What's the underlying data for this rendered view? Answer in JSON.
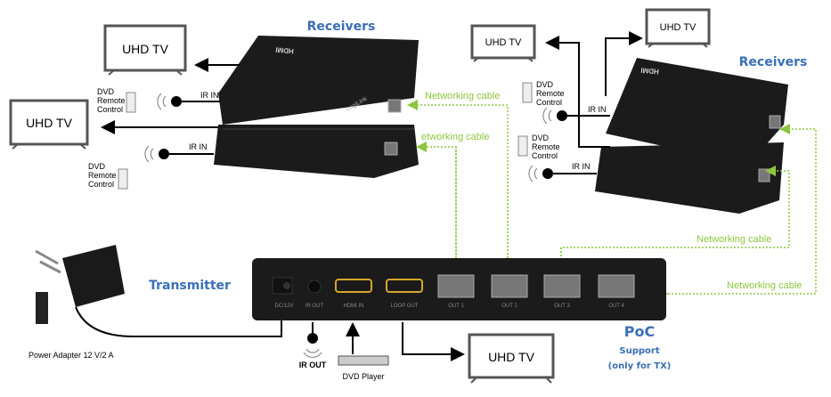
{
  "labels": {
    "receivers_left": "Receivers",
    "receivers_right": "Receivers",
    "transmitter": "Transmitter",
    "tv": "UHD TV",
    "ir_in": "IR IN",
    "ir_out": "IR OUT",
    "dvd_remote": [
      "DVD",
      "Remote",
      "Control"
    ],
    "dvd_player": "DVD Player",
    "power_adapter": "Power Adapter 12 V/2 A",
    "networking_cable": "Networking cable",
    "networking_cable_cut": "etworking cable",
    "poc": "PoC",
    "poc_support": "Support",
    "poc_note": "(only for TX)"
  },
  "transmitter_ports": [
    "DC/12V",
    "IR OUT",
    "HDMI IN",
    "LOOP OUT",
    "OUT 1",
    "OUT 2",
    "OUT 3",
    "OUT 4"
  ],
  "colors": {
    "title_blue": "#3a6fb6",
    "cable_green": "#8cc63f",
    "device": "#1b1b1b",
    "hdmi_gold": "#d4a62a"
  }
}
